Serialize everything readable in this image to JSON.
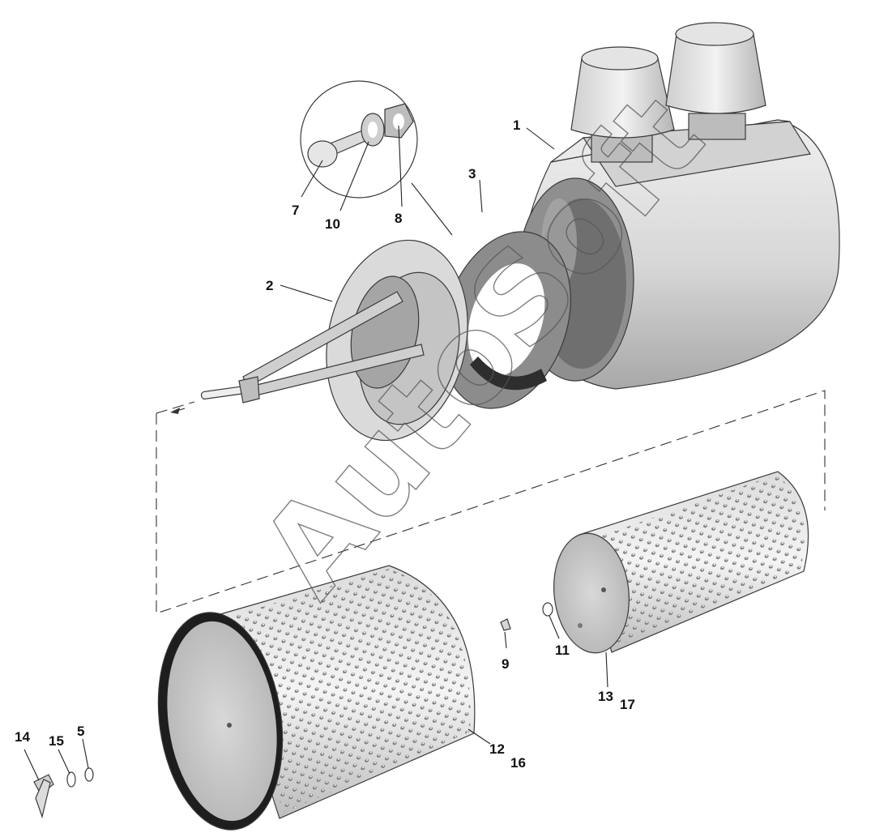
{
  "watermark": "AutoSoft",
  "callouts": {
    "c1": "1",
    "c2": "2",
    "c3": "3",
    "c5": "5",
    "c7": "7",
    "c8": "8",
    "c9": "9",
    "c10": "10",
    "c11": "11",
    "c12": "12",
    "c13": "13",
    "c14": "14",
    "c15": "15",
    "c16": "16",
    "c17": "17"
  },
  "colors": {
    "body_light": "#e6e6e6",
    "body_mid": "#c9c9c9",
    "body_dark": "#9a9a9a",
    "gasket": "#8c8c8c",
    "gasket_inner": "#2e2e2e",
    "filter_end": "#d0d0d0"
  },
  "icons": {
    "main": "exploded-parts-diagram"
  }
}
